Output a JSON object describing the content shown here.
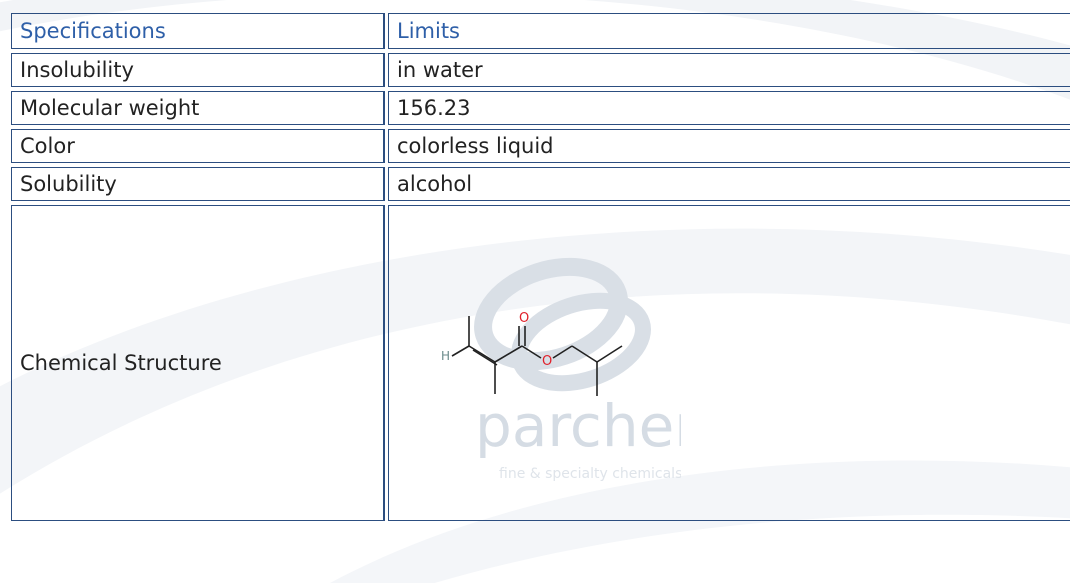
{
  "header": {
    "specifications": "Specifications",
    "limits": "Limits"
  },
  "rows": [
    {
      "spec": "Insolubility",
      "limit": "in water"
    },
    {
      "spec": "Molecular weight",
      "limit": "156.23"
    },
    {
      "spec": "Color",
      "limit": "colorless liquid"
    },
    {
      "spec": "Solubility",
      "limit": "alcohol"
    }
  ],
  "structure": {
    "label": "Chemical Structure",
    "atoms": {
      "oxygen_carbonyl": "O",
      "oxygen_ester": "O",
      "hydrogen": "H"
    }
  },
  "watermark": {
    "brand": "parchem",
    "tagline": "fine & specialty chemicals"
  },
  "colors": {
    "border": "#2c4e80",
    "header_text": "#2e5fa8",
    "oxygen": "#e0202a",
    "hydrogen": "#6a8a8a"
  }
}
